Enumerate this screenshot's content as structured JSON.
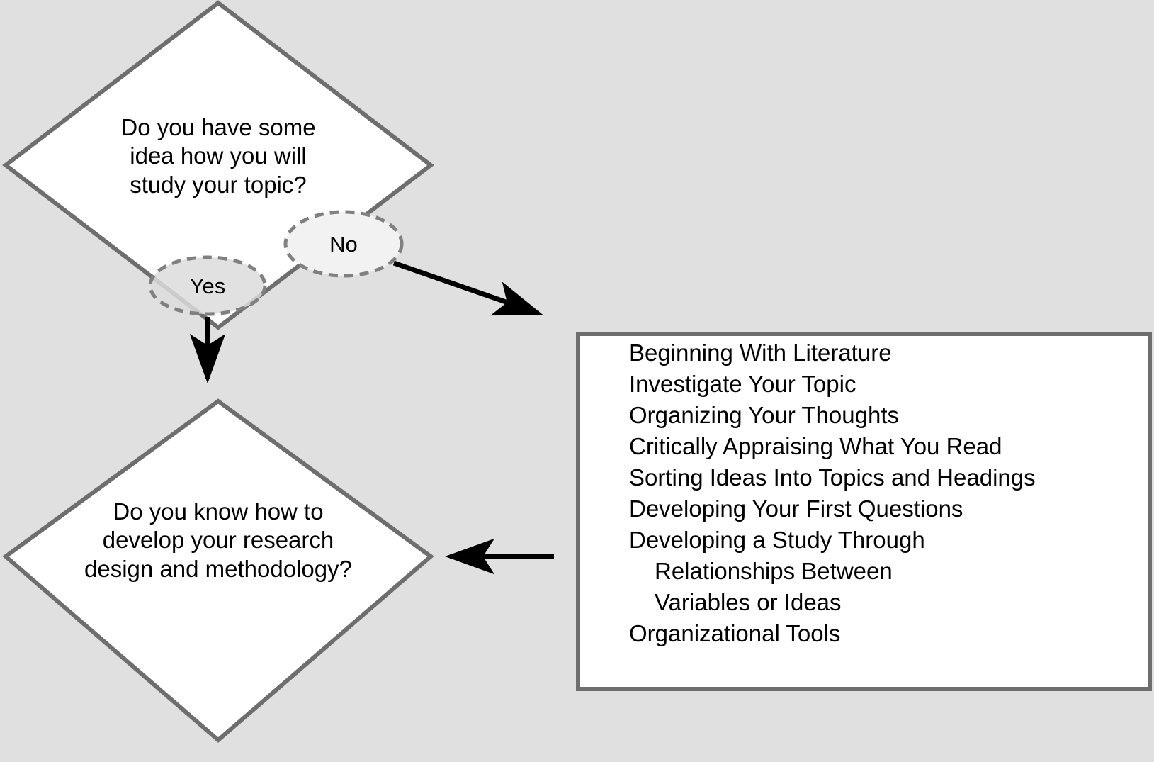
{
  "diagram": {
    "title": "Research process decision flowchart",
    "background_color": "#e0e0e0",
    "shape_outline_color": "#6e6e6e",
    "shape_fill_color": "#ffffff",
    "arrow_color": "#000000",
    "nodes": {
      "decision_top": {
        "shape": "diamond",
        "text": "Do you have some\nidea how you will\nstudy your topic?"
      },
      "decision_bottom": {
        "shape": "diamond",
        "text": "Do you know how to\ndevelop your research\ndesign and methodology?"
      },
      "branch_yes": {
        "shape": "ellipse",
        "text": "Yes"
      },
      "branch_no": {
        "shape": "ellipse",
        "text": "No"
      },
      "content_box": {
        "shape": "rectangle",
        "lines": [
          {
            "text": "Beginning With Literature",
            "indent": false
          },
          {
            "text": "Investigate Your Topic",
            "indent": false
          },
          {
            "text": "Organizing Your Thoughts",
            "indent": false
          },
          {
            "text": "Critically Appraising What You Read",
            "indent": false
          },
          {
            "text": "Sorting Ideas Into Topics and Headings",
            "indent": false
          },
          {
            "text": "Developing Your First Questions",
            "indent": false
          },
          {
            "text": "Developing a Study Through",
            "indent": false
          },
          {
            "text": "Relationships Between",
            "indent": true
          },
          {
            "text": "Variables or Ideas",
            "indent": true
          },
          {
            "text": "Organizational Tools",
            "indent": false
          }
        ]
      }
    },
    "edges": [
      {
        "from": "branch_yes",
        "to": "decision_bottom",
        "direction": "down"
      },
      {
        "from": "branch_no",
        "to": "content_box",
        "direction": "down-right"
      },
      {
        "from": "content_box",
        "to": "decision_bottom",
        "direction": "left"
      }
    ]
  }
}
